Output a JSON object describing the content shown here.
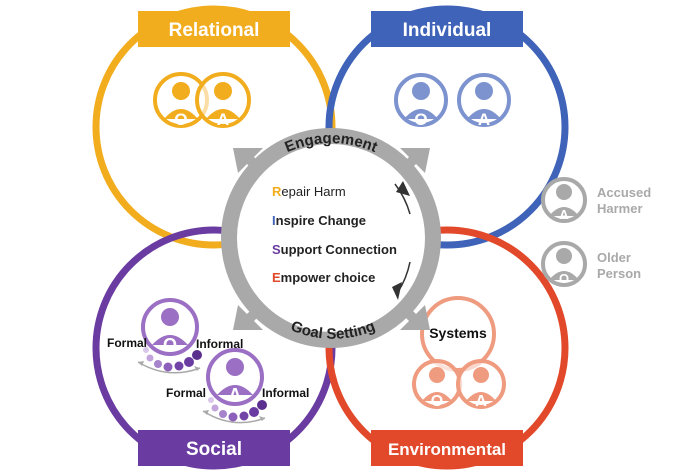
{
  "quadrants": {
    "relational": {
      "title": "Relational",
      "color": "#f2ad1f",
      "left_letter": "O",
      "right_letter": "A"
    },
    "individual": {
      "title": "Individual",
      "color": "#3f63b8",
      "left_letter": "O",
      "right_letter": "A"
    },
    "social": {
      "title": "Social",
      "color": "#6a3ba0",
      "top_letter": "O",
      "bottom_letter": "A",
      "formal_label_1": "Formal",
      "informal_label_1": "Informal",
      "formal_label_2": "Formal",
      "informal_label_2": "Informal"
    },
    "environmental": {
      "title": "Environmental",
      "color": "#e2492b",
      "systems_label": "Systems",
      "left_letter": "O",
      "right_letter": "A"
    }
  },
  "center": {
    "top_arc_label": "Engagement",
    "bottom_arc_label": "Goal Setting",
    "goals": [
      {
        "initial": "R",
        "rest": "epair Harm",
        "color": "#f2ad1f"
      },
      {
        "initial": "I",
        "rest": "nspire Change",
        "color": "#3f63b8"
      },
      {
        "initial": "S",
        "rest": "upport Connection",
        "color": "#6a3ba0"
      },
      {
        "initial": "E",
        "rest": "mpower choice",
        "color": "#e2492b"
      }
    ]
  },
  "legend": [
    {
      "letter": "A",
      "line1": "Accused",
      "line2": "Harmer"
    },
    {
      "letter": "O",
      "line1": "Older",
      "line2": "Person"
    }
  ],
  "colors": {
    "gray": "#a9a9a9",
    "light_gray": "#c8c8c8"
  }
}
